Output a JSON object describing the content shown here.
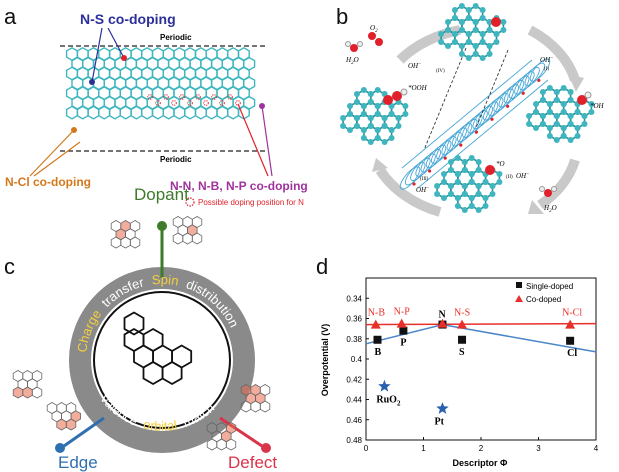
{
  "panels": {
    "a": {
      "label": "a",
      "ns": "N-S co-doping",
      "ncl": "N-Cl co-doping",
      "nn": "N-N, N-B, N-P co-doping",
      "periodic_top": "Periodic",
      "periodic_bottom": "Periodic",
      "possible": "Possible doping position for N",
      "colors": {
        "ns": "#2b2f9a",
        "ncl": "#d4781e",
        "nn": "#a0329e",
        "red": "#e0202a",
        "carbon": "#3fb6bf"
      }
    },
    "b": {
      "label": "b",
      "steps": [
        "(I)",
        "(II)",
        "(III)",
        "(IV)"
      ],
      "species": {
        "o2": "O",
        "o2_sub": "2",
        "h2o_top": "H",
        "h2o_top_sub": "2",
        "h2o_top_end": "O",
        "oh_i": "OH",
        "oh_iv": "OH",
        "oh_ii": "OH",
        "oh_iii": "OH",
        "ooh": "*OOH",
        "oh_star": "*OH",
        "o_star": "*O",
        "h2o_bot": "H",
        "h2o_bot_sub": "2",
        "h2o_bot_end": "O",
        "minus": "−"
      }
    },
    "c": {
      "label": "c",
      "dopant": "Dopant",
      "edge": "Edge",
      "defect": "Defect",
      "ring_top": [
        "Charge",
        "transfer",
        "Spin",
        "distribution"
      ],
      "ring_bottom": [
        "Valence",
        "orbital",
        "match"
      ],
      "colors": {
        "dopant": "#3d7a2a",
        "edge": "#2f6fb0",
        "defect": "#d9344a",
        "ring": "#8a8a8a",
        "highlight": "#f4d03f"
      }
    }
  },
  "chart_data": {
    "type": "scatter",
    "panel_label": "d",
    "xlabel": "Descriptor Φ",
    "ylabel": "Overpotential (V)",
    "xlim": [
      0,
      4
    ],
    "ylim": [
      0.48,
      0.32
    ],
    "x_ticks": [
      0,
      1,
      2,
      3,
      4
    ],
    "y_ticks": [
      0.34,
      0.36,
      0.38,
      0.4,
      0.42,
      0.44,
      0.46,
      0.48
    ],
    "y_tick_labels": [
      "0.34",
      "0.36",
      "0.38",
      "0.4",
      "0.42",
      "0.44",
      "0.46",
      "0.48"
    ],
    "legend": [
      "Single-doped",
      "Co-doped"
    ],
    "legend_position": "top-right",
    "single_doped": [
      {
        "label": "B",
        "x": 0.2,
        "y": 0.381
      },
      {
        "label": "P",
        "x": 0.65,
        "y": 0.372
      },
      {
        "label": "N",
        "x": 1.33,
        "y": 0.366
      },
      {
        "label": "S",
        "x": 1.67,
        "y": 0.381
      },
      {
        "label": "Cl",
        "x": 3.55,
        "y": 0.382
      }
    ],
    "co_doped": [
      {
        "label": "N-B",
        "x": 0.17,
        "y": 0.366
      },
      {
        "label": "N-P",
        "x": 0.62,
        "y": 0.365
      },
      {
        "label": "N",
        "x": 1.33,
        "y": 0.365
      },
      {
        "label": "N-S",
        "x": 1.67,
        "y": 0.366
      },
      {
        "label": "N-Cl",
        "x": 3.55,
        "y": 0.366
      }
    ],
    "references": [
      {
        "label": "RuO",
        "sub": "2",
        "x": 0.32,
        "y": 0.427
      },
      {
        "label": "Pt",
        "x": 1.33,
        "y": 0.449
      }
    ],
    "trend_lines": [
      {
        "series": "co-doped",
        "color": "#e8302a",
        "points": [
          [
            0,
            0.366
          ],
          [
            4,
            0.365
          ]
        ]
      },
      {
        "series": "single-doped",
        "color": "#4a86c8",
        "points": [
          [
            0,
            0.385
          ],
          [
            1.33,
            0.366
          ],
          [
            4,
            0.393
          ]
        ]
      }
    ],
    "colors": {
      "single": "#111111",
      "co": "#e8302a",
      "ref": "#2b5fb0"
    }
  }
}
